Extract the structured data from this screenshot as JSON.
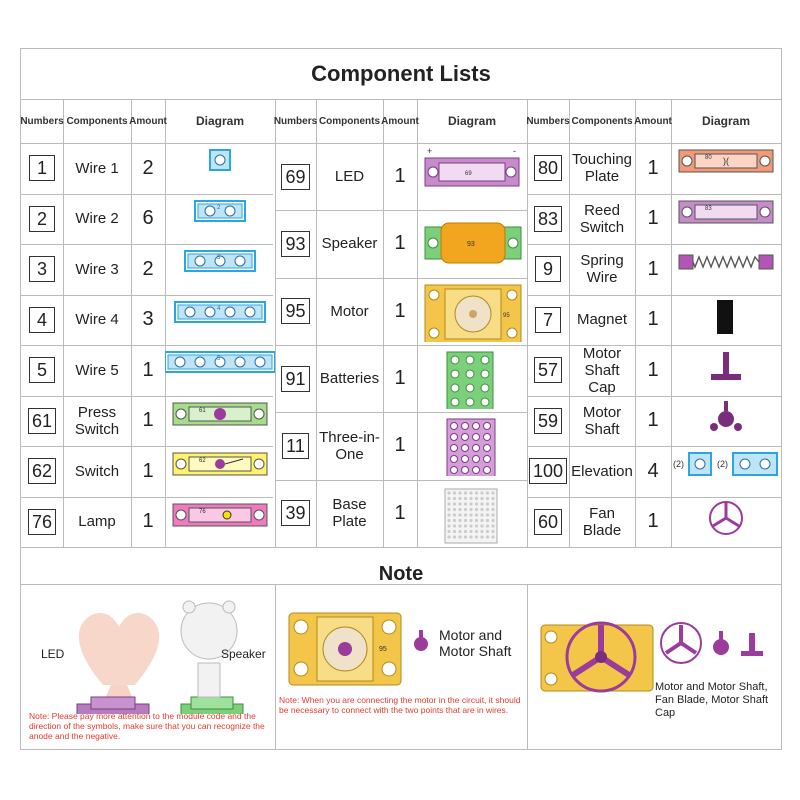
{
  "title": "Component Lists",
  "headers": {
    "numbers": "Numbers",
    "components": "Components",
    "amount": "Amount",
    "diagram": "Diagram"
  },
  "columns": [
    [
      {
        "num": "1",
        "comp": "Wire 1",
        "amt": "2",
        "icon": "wire-1-icon"
      },
      {
        "num": "2",
        "comp": "Wire 2",
        "amt": "6",
        "icon": "wire-2-icon"
      },
      {
        "num": "3",
        "comp": "Wire 3",
        "amt": "2",
        "icon": "wire-3-icon"
      },
      {
        "num": "4",
        "comp": "Wire 4",
        "amt": "3",
        "icon": "wire-4-icon"
      },
      {
        "num": "5",
        "comp": "Wire 5",
        "amt": "1",
        "icon": "wire-5-icon"
      },
      {
        "num": "61",
        "comp": "Press Switch",
        "amt": "1",
        "icon": "press-switch-icon"
      },
      {
        "num": "62",
        "comp": "Switch",
        "amt": "1",
        "icon": "switch-icon"
      },
      {
        "num": "76",
        "comp": "Lamp",
        "amt": "1",
        "icon": "lamp-icon"
      }
    ],
    [
      {
        "num": "69",
        "comp": "LED",
        "amt": "1",
        "icon": "led-icon"
      },
      {
        "num": "93",
        "comp": "Speaker",
        "amt": "1",
        "icon": "speaker-icon"
      },
      {
        "num": "95",
        "comp": "Motor",
        "amt": "1",
        "icon": "motor-icon"
      },
      {
        "num": "91",
        "comp": "Batteries",
        "amt": "1",
        "icon": "batteries-icon"
      },
      {
        "num": "11",
        "comp": "Three-in-One",
        "amt": "1",
        "icon": "three-in-one-icon"
      },
      {
        "num": "39",
        "comp": "Base Plate",
        "amt": "1",
        "icon": "base-plate-icon"
      }
    ],
    [
      {
        "num": "80",
        "comp": "Touching Plate",
        "amt": "1",
        "icon": "touching-plate-icon"
      },
      {
        "num": "83",
        "comp": "Reed Switch",
        "amt": "1",
        "icon": "reed-switch-icon"
      },
      {
        "num": "9",
        "comp": "Spring Wire",
        "amt": "1",
        "icon": "spring-wire-icon"
      },
      {
        "num": "7",
        "comp": "Magnet",
        "amt": "1",
        "icon": "magnet-icon"
      },
      {
        "num": "57",
        "comp": "Motor Shaft Cap",
        "amt": "1",
        "icon": "motor-shaft-cap-icon"
      },
      {
        "num": "59",
        "comp": "Motor Shaft",
        "amt": "1",
        "icon": "motor-shaft-icon"
      },
      {
        "num": "100",
        "comp": "Elevation",
        "amt": "4",
        "icon": "elevation-icon"
      },
      {
        "num": "60",
        "comp": "Fan Blade",
        "amt": "1",
        "icon": "fan-blade-icon"
      }
    ]
  ],
  "diagram_labels": {
    "led_plus": "+",
    "led_minus": "-",
    "led_code": "69",
    "switch_code": "62",
    "press_code": "61",
    "lamp_code": "76",
    "motor_code": "95",
    "speaker_code": "93",
    "wire2_code": "2",
    "wire3_code": "3",
    "wire4_code": "4",
    "wire5_code": "5",
    "touch_code": "80",
    "reed_code": "83",
    "magnet_label": "Magnet 7",
    "elev_a": "(2)",
    "elev_b": "(2)"
  },
  "note": {
    "title": "Note",
    "led_label": "LED",
    "speaker_label": "Speaker",
    "note1": "Note: Please pay more attention to the module code and the direction of the symbols, make sure that you can recognize the anode and the negative.",
    "motor_caption": "Motor and Motor Shaft",
    "note2": "Note: When you are connecting the motor in the circuit, it should be necessary to connect with the two points that are in wires.",
    "fan_caption": "Motor and Motor Shaft, Fan Blade, Motor Shaft Cap"
  },
  "colors": {
    "wire": "#2aa7e0",
    "switch": "#f4e200",
    "lamp": "#e8339c",
    "led": "#9b3b9b",
    "press": "#6cc24a",
    "speaker": "#f2a51e",
    "motor": "#f3c64a",
    "reed": "#b255b5",
    "touch": "#e86b44",
    "cap": "#7a2d7a"
  }
}
